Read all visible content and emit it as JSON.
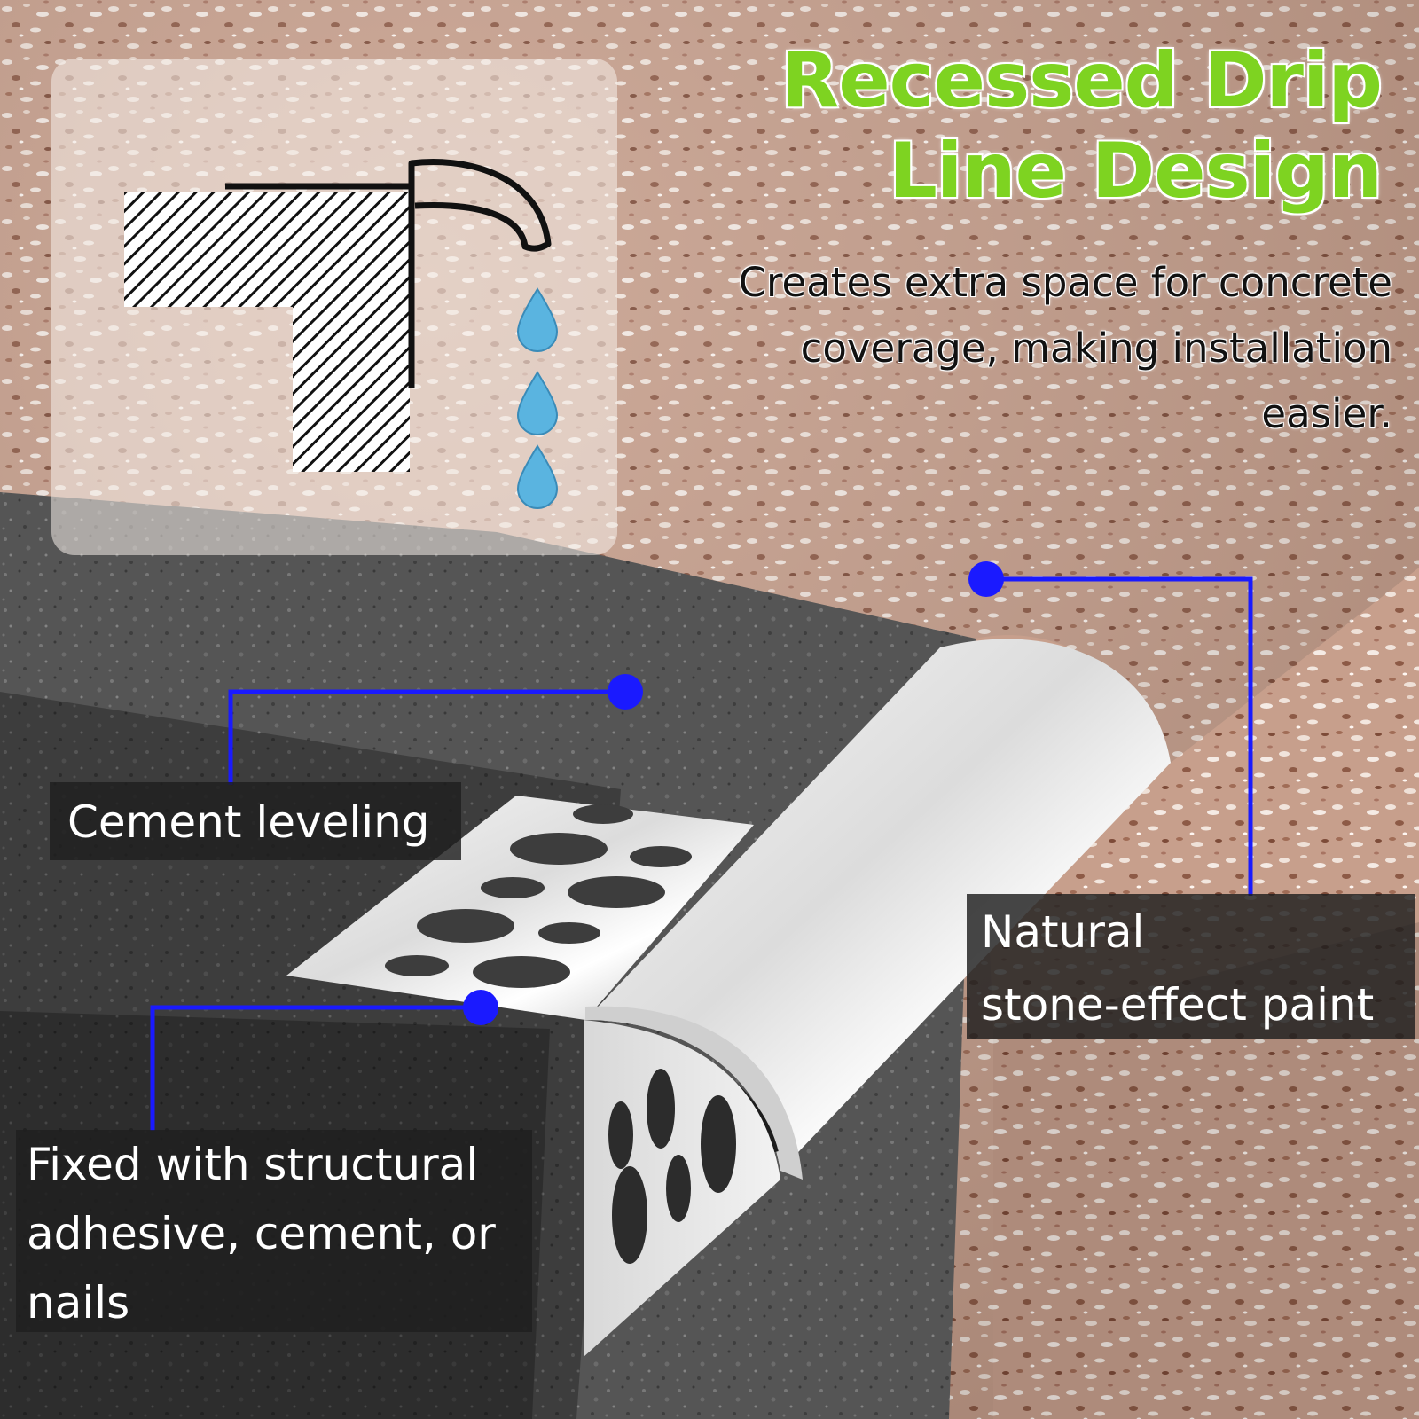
{
  "title": "Recessed Drip Line Design",
  "subtitle": "Creates extra space for concrete coverage, making installation easier.",
  "callouts": {
    "cement_leveling": "Cement leveling",
    "natural_paint_line1": "Natural",
    "natural_paint_line2": "stone-effect paint",
    "fixed_line1": "Fixed with structural",
    "fixed_line2": "adhesive, cement, or",
    "fixed_line3": "nails"
  },
  "colors": {
    "title_green": "#7ed321",
    "leader_blue": "#1a1aff",
    "drop_blue": "#5ab4e0"
  }
}
